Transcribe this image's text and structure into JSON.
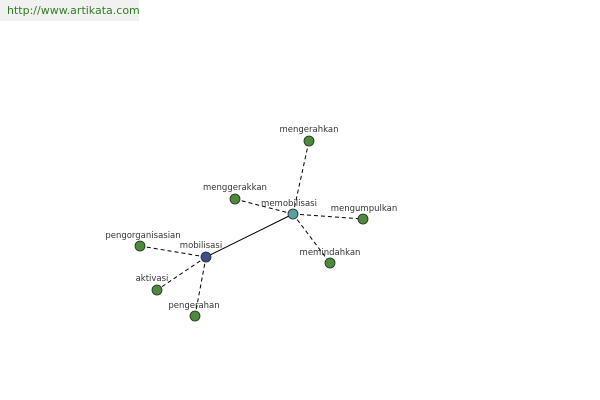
{
  "header": {
    "url": "http://www.artikata.com"
  },
  "graph": {
    "colors": {
      "root": "#3f4e8c",
      "hub": "#5b9ea4",
      "leaf": "#4e8a3e",
      "stroke": "#1f2f1a",
      "edge": "#000000",
      "label": "#333333"
    },
    "nodes": [
      {
        "id": "mobilisasi",
        "label": "mobilisasi",
        "role": "root"
      },
      {
        "id": "memobilisasi",
        "label": "memobilisasi",
        "role": "hub"
      },
      {
        "id": "mengerahkan",
        "label": "mengerahkan",
        "role": "leaf"
      },
      {
        "id": "menggerakkan",
        "label": "menggerakkan",
        "role": "leaf"
      },
      {
        "id": "mengumpulkan",
        "label": "mengumpulkan",
        "role": "leaf"
      },
      {
        "id": "memindahkan",
        "label": "memindahkan",
        "role": "leaf"
      },
      {
        "id": "pengorganisasian",
        "label": "pengorganisasian",
        "role": "leaf"
      },
      {
        "id": "aktivasi",
        "label": "aktivasi",
        "role": "leaf"
      },
      {
        "id": "pengerahan",
        "label": "pengerahan",
        "role": "leaf"
      }
    ],
    "edges": [
      {
        "from": "mobilisasi",
        "to": "memobilisasi",
        "style": "solid"
      },
      {
        "from": "memobilisasi",
        "to": "mengerahkan",
        "style": "dashed"
      },
      {
        "from": "memobilisasi",
        "to": "menggerakkan",
        "style": "dashed"
      },
      {
        "from": "memobilisasi",
        "to": "mengumpulkan",
        "style": "dashed"
      },
      {
        "from": "memobilisasi",
        "to": "memindahkan",
        "style": "dashed"
      },
      {
        "from": "mobilisasi",
        "to": "pengorganisasian",
        "style": "dashed"
      },
      {
        "from": "mobilisasi",
        "to": "aktivasi",
        "style": "dashed"
      },
      {
        "from": "mobilisasi",
        "to": "pengerahan",
        "style": "dashed"
      }
    ]
  }
}
